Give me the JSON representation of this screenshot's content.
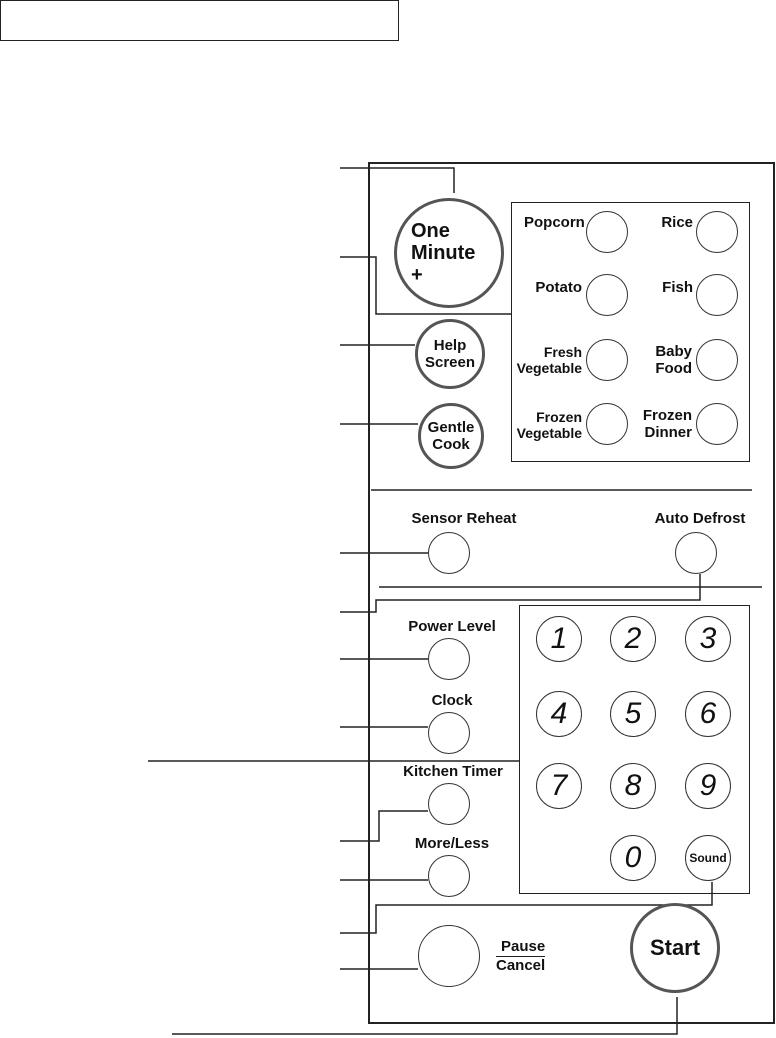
{
  "panel": {
    "one_minute": [
      "One",
      "Minute",
      "+"
    ],
    "help_screen": [
      "Help",
      "Screen"
    ],
    "gentle_cook": [
      "Gentle",
      "Cook"
    ],
    "auto_cook": {
      "popcorn": "Popcorn",
      "rice": "Rice",
      "potato": "Potato",
      "fish": "Fish",
      "fresh_vegetable": [
        "Fresh",
        "Vegetable"
      ],
      "baby_food": [
        "Baby",
        "Food"
      ],
      "frozen_vegetable": [
        "Frozen",
        "Vegetable"
      ],
      "frozen_dinner": [
        "Frozen",
        "Dinner"
      ]
    },
    "sensor_reheat": "Sensor Reheat",
    "auto_defrost": "Auto Defrost",
    "power_level": "Power Level",
    "clock": "Clock",
    "kitchen_timer": "Kitchen Timer",
    "more_less": "More/Less",
    "keypad": [
      "1",
      "2",
      "3",
      "4",
      "5",
      "6",
      "7",
      "8",
      "9",
      "0"
    ],
    "sound": "Sound",
    "pause": "Pause",
    "cancel": "Cancel",
    "start": "Start"
  }
}
